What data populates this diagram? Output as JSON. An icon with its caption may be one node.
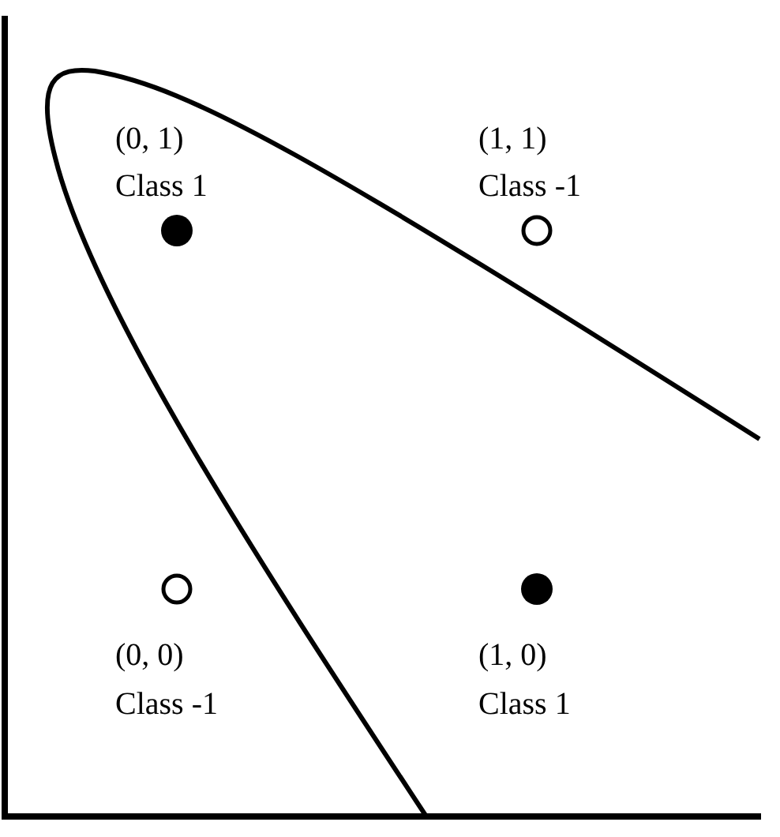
{
  "diagram": {
    "labels": [
      "(0, 1)",
      "Class 1",
      "(1, 1)",
      "Class -1",
      "(0, 0)",
      "Class -1",
      "(1, 0)",
      "Class 1"
    ]
  }
}
